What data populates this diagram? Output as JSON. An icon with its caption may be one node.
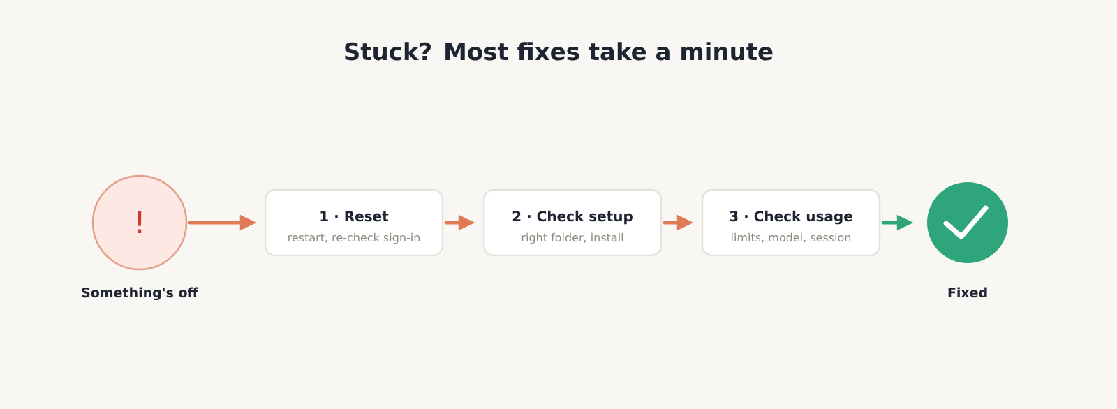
{
  "diagram": {
    "title": "Stuck? Most fixes take a minute",
    "nodes": [
      {
        "text": [
          "!"
        ],
        "beside": [
          "Something's off"
        ]
      },
      {
        "text": [
          "1 · Reset",
          "restart, re-check sign-in"
        ]
      },
      {
        "text": [
          "2 · Check setup",
          "right folder, install"
        ]
      },
      {
        "text": [
          "3 · Check usage",
          "limits, model, session"
        ]
      },
      {
        "text": [],
        "shape": "circle",
        "beside": [
          "Fixed"
        ]
      }
    ],
    "edges": [
      {
        "from": 0,
        "to": 1,
        "arrow": "to"
      },
      {
        "from": 1,
        "to": 2,
        "arrow": "to"
      },
      {
        "from": 2,
        "to": 3,
        "arrow": "to"
      },
      {
        "from": 3,
        "to": 4,
        "arrow": "to",
        "color": "#2fa57c"
      }
    ]
  }
}
